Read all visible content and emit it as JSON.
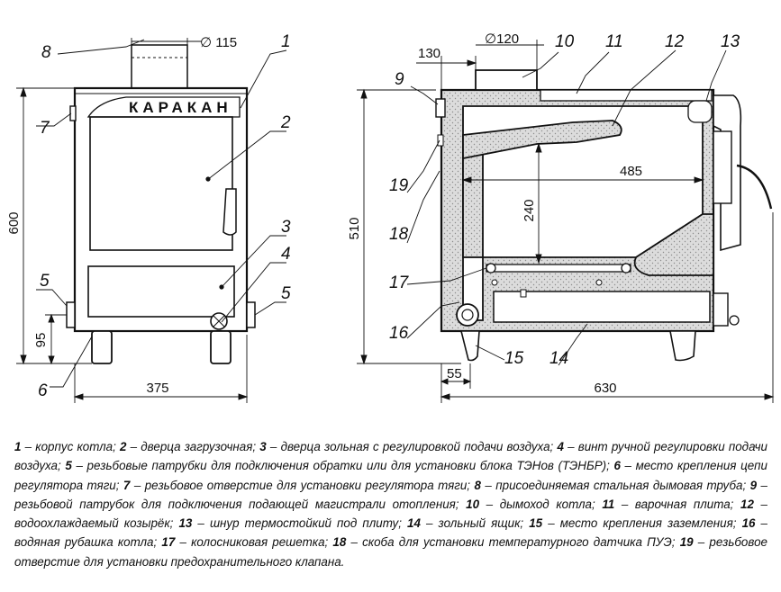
{
  "drawing": {
    "brand": "КАРАКАН",
    "labels": {
      "n1": "1",
      "n2": "2",
      "n3": "3",
      "n4": "4",
      "n5a": "5",
      "n5b": "5",
      "n6": "6",
      "n7": "7",
      "n8": "8",
      "n9": "9",
      "n10": "10",
      "n11": "11",
      "n12": "12",
      "n13": "13",
      "n14": "14",
      "n15": "15",
      "n16": "16",
      "n17": "17",
      "n18": "18",
      "n19": "19"
    },
    "dimensions": {
      "d115": "∅ 115",
      "d120": "∅120",
      "w130": "130",
      "h600": "600",
      "h510": "510",
      "h95": "95",
      "w375": "375",
      "w55": "55",
      "w630": "630",
      "w485": "485",
      "h240": "240"
    }
  },
  "legend": [
    {
      "num": "1",
      "text": " – корпус котла; "
    },
    {
      "num": "2",
      "text": " – дверца загрузочная; "
    },
    {
      "num": "3",
      "text": " – дверца зольная с регулировкой подачи воздуха; "
    },
    {
      "num": "4",
      "text": " – винт ручной регулировки подачи воздуха; "
    },
    {
      "num": "5",
      "text": " – резьбовые патрубки для подключения обратки или для установки блока ТЭНов (ТЭНБР); "
    },
    {
      "num": "6",
      "text": " – место крепления цепи регулятора тяги; "
    },
    {
      "num": "7",
      "text": " – резьбовое отверстие для установки регулятора тяги; "
    },
    {
      "num": "8",
      "text": " – присоединяемая стальная дымовая труба; "
    },
    {
      "num": "9",
      "text": " – резьбовой патрубок для подключения подающей магистрали отопления; "
    },
    {
      "num": "10",
      "text": " – дымоход котла; "
    },
    {
      "num": "11",
      "text": " – варочная плита; "
    },
    {
      "num": "12",
      "text": " – водоохлаждаемый козырёк; "
    },
    {
      "num": "13",
      "text": " – шнур термостойкий под плиту; "
    },
    {
      "num": "14",
      "text": " – зольный ящик; "
    },
    {
      "num": "15",
      "text": " – место крепления заземления; "
    },
    {
      "num": "16",
      "text": " – водяная рубашка котла; "
    },
    {
      "num": "17",
      "text": " – колосниковая решетка; "
    },
    {
      "num": "18",
      "text": " – скоба для установки температурного датчика ПУЭ; "
    },
    {
      "num": "19",
      "text": " – резьбовое отверстие для установки предохранительного клапана."
    }
  ]
}
